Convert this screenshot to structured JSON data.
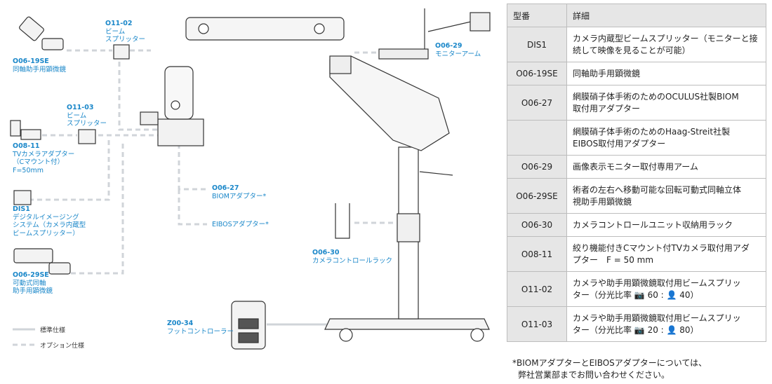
{
  "labels": {
    "o06_19se": {
      "code": "O06-19SE",
      "lines": [
        "同軸助手用顕微鏡"
      ]
    },
    "o11_02": {
      "code": "O11-02",
      "lines": [
        "ビーム",
        "スプリッター"
      ]
    },
    "o11_03": {
      "code": "O11-03",
      "lines": [
        "ビーム",
        "スプリッター"
      ]
    },
    "o08_11": {
      "code": "O08-11",
      "lines": [
        "TVカメラアダプター",
        "（Cマウント付）",
        "F=50mm"
      ]
    },
    "dis1": {
      "code": "DIS1",
      "lines": [
        "デジタルイメージング",
        "システム（カメラ内蔵型",
        "ビームスプリッター）"
      ]
    },
    "o06_29se": {
      "code": "O06-29SE",
      "lines": [
        "可動式同軸",
        "助手用顕微鏡"
      ]
    },
    "o06_27": {
      "code": "O06-27",
      "lines": [
        "BIOMアダプター*"
      ]
    },
    "eibos": {
      "code": "",
      "lines": [
        "EIBOSアダプター*"
      ]
    },
    "o06_29": {
      "code": "O06-29",
      "lines": [
        "モニターアーム"
      ]
    },
    "o06_30": {
      "code": "O06-30",
      "lines": [
        "カメラコントロールラック"
      ]
    },
    "z00_34": {
      "code": "Z00-34",
      "lines": [
        "フットコントローラー"
      ]
    }
  },
  "legend": {
    "standard": "標準仕様",
    "option": "オプション仕様"
  },
  "colors": {
    "accent": "#1a87c9",
    "line": "#d0d4d9",
    "table_header_bg": "#e6e6e6",
    "table_border": "#bdbdbd"
  },
  "table": {
    "headers": [
      "型番",
      "詳細"
    ],
    "rows": [
      {
        "code": "DIS1",
        "detail": [
          "カメラ内蔵型ビームスプリッター（モニターと接",
          "続して映像を見ることが可能）"
        ]
      },
      {
        "code": "O06-19SE",
        "detail": [
          "同軸助手用顕微鏡"
        ]
      },
      {
        "code": "O06-27",
        "detail": [
          "網膜硝子体手術のためのOCULUS社製BIOM",
          "取付用アダプター"
        ]
      },
      {
        "code": "",
        "detail": [
          "網膜硝子体手術のためのHaag-Streit社製",
          "EIBOS取付用アダプター"
        ]
      },
      {
        "code": "O06-29",
        "detail": [
          "画像表示モニター取付専用アーム"
        ]
      },
      {
        "code": "O06-29SE",
        "detail": [
          "術者の左右へ移動可能な回転可動式同軸立体",
          "視助手用顕微鏡"
        ]
      },
      {
        "code": "O06-30",
        "detail": [
          "カメラコントロールユニット収納用ラック"
        ]
      },
      {
        "code": "O08-11",
        "detail": [
          "絞り機能付きCマウント付TVカメラ取付用アダ",
          "プター　F = 50 mm"
        ]
      },
      {
        "code": "O11-02",
        "detail": [
          "カメラや助手用顕微鏡取付用ビームスプリッ",
          "ター（分光比率 📷 60 : 👤 40）"
        ]
      },
      {
        "code": "O11-03",
        "detail": [
          "カメラや助手用顕微鏡取付用ビームスプリッ",
          "ター（分光比率 📷 20 : 👤 80）"
        ]
      }
    ]
  },
  "footnote": [
    "*BIOMアダプターとEIBOSアダプターについては、",
    "弊社営業部までお問い合わせください。"
  ]
}
